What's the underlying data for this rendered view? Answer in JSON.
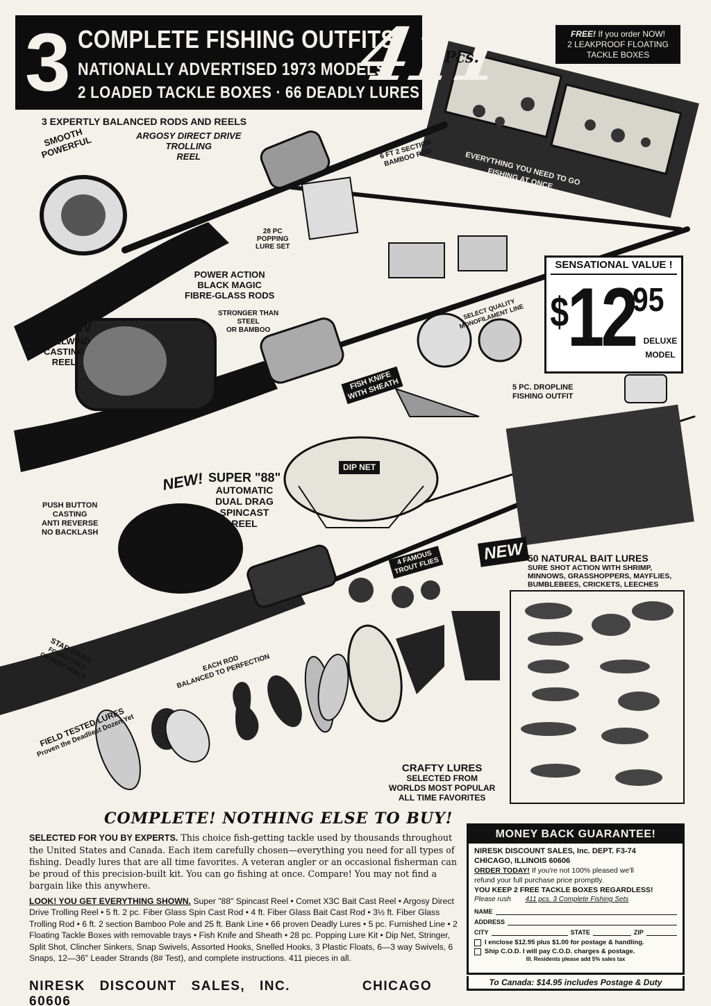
{
  "header": {
    "big_number": "3",
    "line1": "COMPLETE FISHING OUTFITS",
    "line2": "NATIONALLY ADVERTISED 1973 MODELS",
    "line3": "2 LOADED TACKLE BOXES · 66 DEADLY LURES",
    "piece_count": "411",
    "piece_unit": "Pcs.",
    "free_offer_lead": "FREE!",
    "free_offer_rest": "If you order NOW!",
    "free_offer_line2": "2 LEAKPROOF FLOATING",
    "free_offer_line3": "TACKLE BOXES"
  },
  "labels": {
    "rods_reels": "3 EXPERTLY BALANCED RODS AND REELS",
    "argosy_1": "ARGOSY DIRECT DRIVE",
    "argosy_2": "TROLLING",
    "argosy_3": "REEL",
    "smooth_1": "SMOOTH",
    "smooth_2": "POWERFUL",
    "bamboo_1": "6 ft 2 section",
    "bamboo_2": "BAMBOO ROD",
    "everything_1": "EVERYTHING YOU NEED TO GO",
    "everything_2": "FISHING AT ONCE",
    "popping_1": "28 pc",
    "popping_2": "POPPING",
    "popping_3": "LURE SET",
    "power_1": "POWER ACTION",
    "power_2": "BLACK MAGIC",
    "power_3": "FIBRE-GLASS RODS",
    "stronger_1": "STRONGER THAN",
    "stronger_2": "STEEL",
    "stronger_3": "OR BAMBOO",
    "mark_1": "MARK IV",
    "mark_2": "LEVELWIND",
    "mark_3": "CASTING",
    "mark_4": "REEL",
    "mono_1": "SELECT QUALITY",
    "mono_2": "MONOFILAMENT LINE",
    "knife_1": "FISH KNIFE",
    "knife_2": "with SHEATH",
    "dropline_1": "5 pc. DROPLINE",
    "dropline_2": "FISHING OUTFIT",
    "dip_net": "DIP NET",
    "new_word": "NEW!",
    "super88_1": "SUPER \"88\"",
    "super88_2": "AUTOMATIC",
    "super88_3": "DUAL DRAG",
    "super88_4": "SPINCAST",
    "super88_5": "REEL",
    "push_1": "PUSH BUTTON",
    "push_2": "CASTING",
    "push_3": "ANTI REVERSE",
    "push_4": "NO BACKLASH",
    "flies_1": "4 FAMOUS",
    "flies_2": "TROUT FLIES",
    "star_1": "STAR DRAG",
    "star_2": "found only",
    "star_3": "on best reels",
    "each_1": "EACH ROD",
    "each_2": "BALANCED TO PERFECTION",
    "field_1": "FIELD TESTED LURES",
    "field_2": "Proven the Deadliest Dozen Yet",
    "crafty_1": "CRAFTY LURES",
    "crafty_2": "SELECTED FROM",
    "crafty_3": "WORLDS MOST POPULAR",
    "crafty_4": "ALL TIME FAVORITES"
  },
  "price": {
    "heading": "SENSATIONAL VALUE !",
    "dollar_sign": "$",
    "dollars": "12",
    "cents": "95",
    "note_1": "DELUXE",
    "note_2": "MODEL"
  },
  "bait": {
    "badge": "NEW",
    "title": "50 NATURAL BAIT LURES",
    "desc_1": "SURE SHOT ACTION WITH SHRIMP,",
    "desc_2": "MINNOWS, GRASSHOPPERS, MAYFLIES,",
    "desc_3": "BUMBLEBEES, CRICKETS, LEECHES"
  },
  "body": {
    "heading": "COMPLETE! NOTHING ELSE TO BUY!",
    "lead": "SELECTED FOR YOU BY EXPERTS.",
    "paragraph": "This choice fish-getting tackle used by thousands throughout the United States and Canada. Each item carefully chosen—everything you need for all types of fishing. Deadly lures that are all time favorites. A veteran angler or an occasional fisherman can be proud of this precision-built kit. You can go fishing at once. Compare! You may not find a bargain like this anywhere.",
    "items_lead": "LOOK! YOU GET EVERYTHING SHOWN.",
    "items": "Super \"88\" Spincast Reel • Comet X3C Bait Cast Reel • Argosy Direct Drive Trolling Reel • 5 ft. 2 pc. Fiber Glass Spin Cast Rod • 4 ft. Fiber Glass Bait Cast Rod • 3½ ft. Fiber Glass Trolling Rod • 6 ft. 2 section Bamboo Pole and 25 ft. Bank Line • 66 proven Deadly Lures • 5 pc. Furnished Line • 2 Floating Tackle Boxes with removable trays • Fish Knife and Sheath • 28 pc. Popping Lure Kit • Dip Net, Stringer, Split Shot, Clincher Sinkers, Snap Swivels, Assorted Hooks, Snelled Hooks, 3 Plastic Floats, 6—3 way Swivels, 6 Snaps, 12—36\" Leader Strands (8# Test), and complete instructions. 411 pieces in all.",
    "footer_company": "NIRESK DISCOUNT SALES, INC.",
    "footer_city": "CHICAGO 60606"
  },
  "coupon": {
    "heading": "MONEY BACK GUARANTEE!",
    "addr_1": "NIRESK DISCOUNT SALES, Inc. DEPT. F3-74",
    "addr_2": "CHICAGO, ILLINOIS 60606",
    "order_lead": "ORDER TODAY!",
    "order_rest": "If you're not 100% pleased we'll",
    "order_2": "refund your full purchase price promptly.",
    "keep": "YOU KEEP 2 FREE TACKLE BOXES REGARDLESS!",
    "rush_label": "Please rush",
    "rush_value": "411 pcs. 3 Complete Fishing Sets",
    "name_label": "NAME",
    "address_label": "ADDRESS",
    "city_label": "CITY",
    "state_label": "STATE",
    "zip_label": "ZIP",
    "option_1": "I enclose $12.95 plus $1.00 for postage & handling.",
    "option_2": "Ship C.O.D. I will pay C.O.D. charges & postage.",
    "tax_note": "Ill. Residents please add 5% sales tax",
    "canada": "To Canada: $14.95 includes Postage & Duty"
  }
}
